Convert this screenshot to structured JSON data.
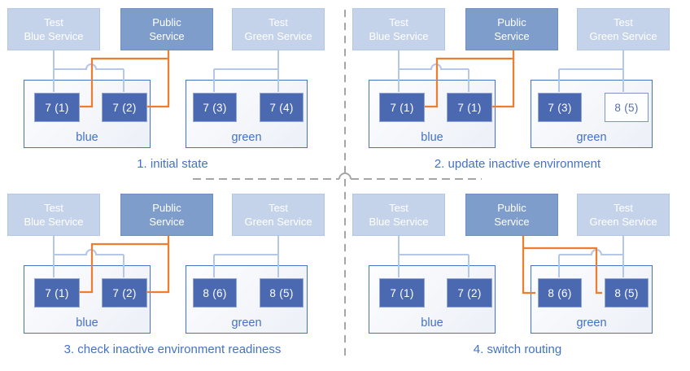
{
  "colors": {
    "accent_blue": "#4472c4",
    "test_service_fill": "#c5d3ea",
    "public_service_fill": "#7e9dcb",
    "instance_fill": "#4b69b1",
    "new_instance_fill": "#fdfeff",
    "test_arrow": "#b4c7e7",
    "public_arrow": "#ed7d31",
    "divider_gray": "#a6a6a6"
  },
  "quadrants": [
    {
      "caption": "1. initial state",
      "public_routing": "blue",
      "services": [
        {
          "line1": "Test",
          "line2": "Blue Service"
        },
        {
          "line1": "Public",
          "line2": "Service"
        },
        {
          "line1": "Test",
          "line2": "Green Service"
        }
      ],
      "blue_env": {
        "label": "blue",
        "instances": [
          {
            "text": "7 (1)",
            "state": "active"
          },
          {
            "text": "7 (2)",
            "state": "active"
          }
        ]
      },
      "green_env": {
        "label": "green",
        "instances": [
          {
            "text": "7 (3)",
            "state": "active"
          },
          {
            "text": "7 (4)",
            "state": "active"
          }
        ]
      }
    },
    {
      "caption": "2. update inactive environment",
      "public_routing": "blue",
      "services": [
        {
          "line1": "Test",
          "line2": "Blue Service"
        },
        {
          "line1": "Public",
          "line2": "Service"
        },
        {
          "line1": "Test",
          "line2": "Green Service"
        }
      ],
      "blue_env": {
        "label": "blue",
        "instances": [
          {
            "text": "7 (1)",
            "state": "active"
          },
          {
            "text": "7 (1)",
            "state": "active"
          }
        ]
      },
      "green_env": {
        "label": "green",
        "instances": [
          {
            "text": "7 (3)",
            "state": "active"
          },
          {
            "text": "8 (5)",
            "state": "new"
          }
        ]
      }
    },
    {
      "caption": "3. check inactive environment readiness",
      "public_routing": "blue",
      "services": [
        {
          "line1": "Test",
          "line2": "Blue Service"
        },
        {
          "line1": "Public",
          "line2": "Service"
        },
        {
          "line1": "Test",
          "line2": "Green Service"
        }
      ],
      "blue_env": {
        "label": "blue",
        "instances": [
          {
            "text": "7 (1)",
            "state": "active"
          },
          {
            "text": "7 (2)",
            "state": "active"
          }
        ]
      },
      "green_env": {
        "label": "green",
        "instances": [
          {
            "text": "8 (6)",
            "state": "active"
          },
          {
            "text": "8 (5)",
            "state": "active"
          }
        ]
      }
    },
    {
      "caption": "4. switch routing",
      "public_routing": "green",
      "services": [
        {
          "line1": "Test",
          "line2": "Blue Service"
        },
        {
          "line1": "Public",
          "line2": "Service"
        },
        {
          "line1": "Test",
          "line2": "Green Service"
        }
      ],
      "blue_env": {
        "label": "blue",
        "instances": [
          {
            "text": "7 (1)",
            "state": "active"
          },
          {
            "text": "7 (2)",
            "state": "active"
          }
        ]
      },
      "green_env": {
        "label": "green",
        "instances": [
          {
            "text": "8 (6)",
            "state": "active"
          },
          {
            "text": "8 (5)",
            "state": "active"
          }
        ]
      }
    }
  ]
}
